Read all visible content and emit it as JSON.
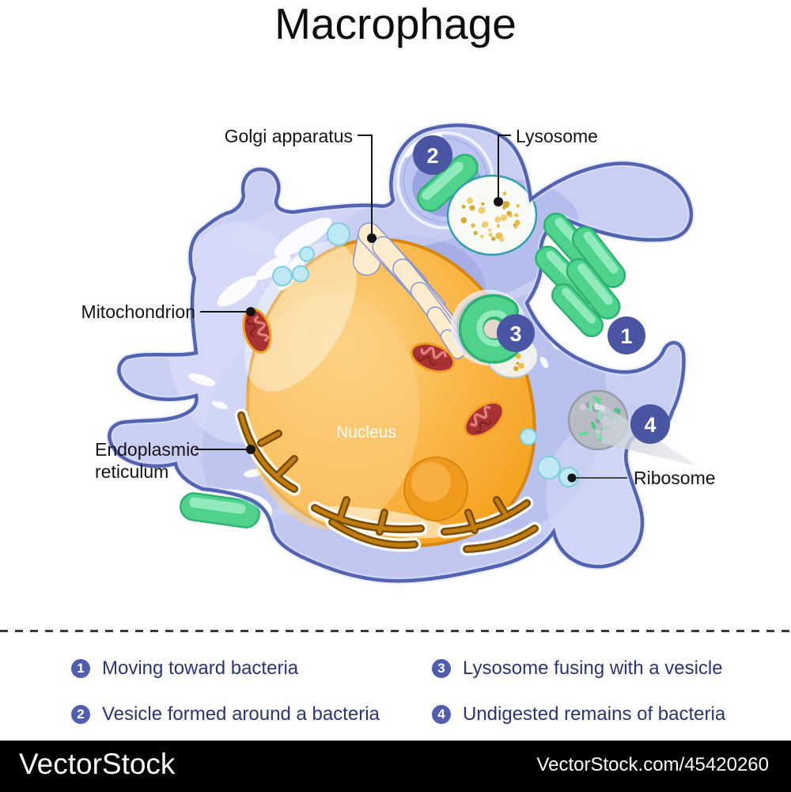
{
  "title": "Macrophage",
  "diagram": {
    "labels": {
      "golgi": "Golgi apparatus",
      "lysosome": "Lysosome",
      "mitochondrion": "Mitochondrion",
      "er_line1": "Endoplasmic",
      "er_line2": "reticulum",
      "nucleus": "Nucleus",
      "ribosome": "Ribosome"
    },
    "markers": {
      "m1": "1",
      "m2": "2",
      "m3": "3",
      "m4": "4"
    }
  },
  "legend": {
    "items": [
      {
        "number": "1",
        "text": "Moving toward bacteria"
      },
      {
        "number": "2",
        "text": "Vesicle formed around a bacteria"
      },
      {
        "number": "3",
        "text": "Lysosome fusing with a vesicle"
      },
      {
        "number": "4",
        "text": "Undigested remains of bacteria"
      }
    ]
  },
  "watermark": {
    "brand": "VectorStock",
    "url_text": "VectorStock.com/45420260"
  },
  "colors": {
    "cell-fill": "#c9cff3",
    "cell-outline": "#5163b1",
    "nucleus-main": "#f7a827",
    "nucleus-light": "#fcd084",
    "nucleus-outline": "#d8870e",
    "er-gold": "#c07d10",
    "golgi-cream": "#faeccd",
    "mito-red": "#a83232",
    "mito-rim": "#f2a024",
    "bacteria-green": "#4ed28c",
    "bacteria-edge": "#2db371",
    "vesicle-cyan": "#bfe9f2",
    "vesicle-cyan-edge": "#7fcede",
    "lysosome-edge": "#2f9fae",
    "lysosome-dot": "#e7bf47",
    "debris-gray": "#b7bcc4",
    "badge-blue": "#4a55a3",
    "legend-badge": "#4f5fae",
    "legend-text": "#2a3478",
    "label-text": "#141414",
    "watermark-bg": "#000000",
    "watermark-text": "#ffffff"
  }
}
